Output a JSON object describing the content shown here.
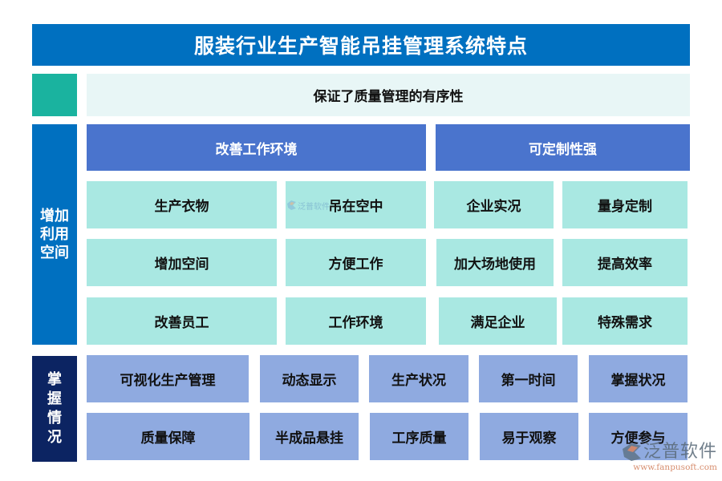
{
  "title": "服装行业生产智能吊挂管理系统特点",
  "banner": "保证了质量管理的有序性",
  "section1": {
    "side_label": [
      "增加",
      "利用",
      "空间"
    ],
    "headers": [
      "改善工作环境",
      "可定制性强"
    ],
    "left_grid": [
      [
        "生产衣物",
        "吊在空中"
      ],
      [
        "增加空间",
        "方便工作"
      ],
      [
        "改善员工",
        "工作环境"
      ]
    ],
    "right_grid": [
      [
        "企业实况",
        "量身定制"
      ],
      [
        "加大场地使用",
        "提高效率"
      ],
      [
        "满足企业",
        "特殊需求"
      ]
    ]
  },
  "section2": {
    "side_label": [
      "掌",
      "握",
      "情",
      "况"
    ],
    "rows": [
      [
        "可视化生产管理",
        "动态显示",
        "生产状况",
        "第一时间",
        "掌握状况"
      ],
      [
        "质量保障",
        "半成品悬挂",
        "工序质量",
        "易于观察",
        "方便参与"
      ]
    ]
  },
  "watermark": {
    "small": "泛普软件",
    "brand": "泛普软件",
    "url": "www.fanpusoft.com"
  },
  "colors": {
    "title_bg": "#0070C0",
    "teal_marker": "#1AB39F",
    "banner_bg": "#E8F6F6",
    "header_bg": "#4A74CD",
    "cyan_box": "#A9E8E2",
    "lavender_box": "#8FAAE0",
    "navy_side": "#0C2462"
  }
}
